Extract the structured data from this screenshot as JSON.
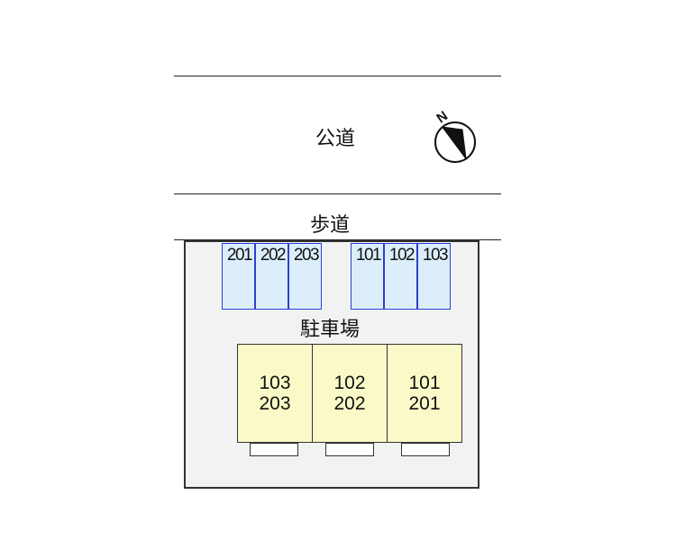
{
  "road": {
    "public_road": "公道",
    "sidewalk": "歩道"
  },
  "compass": {
    "north_label": "N",
    "icon": "north-arrow-icon"
  },
  "parking": {
    "label": "駐車場",
    "spaces": [
      "201",
      "202",
      "203",
      "101",
      "102",
      "103"
    ]
  },
  "units": [
    {
      "lower": "103",
      "upper": "203"
    },
    {
      "lower": "102",
      "upper": "202"
    },
    {
      "lower": "101",
      "upper": "201"
    }
  ],
  "colors": {
    "parking_space_fill": "#dceefc",
    "parking_space_border": "#2c3fd0",
    "unit_fill": "#fafac8",
    "lot_fill": "#f2f2f2"
  }
}
